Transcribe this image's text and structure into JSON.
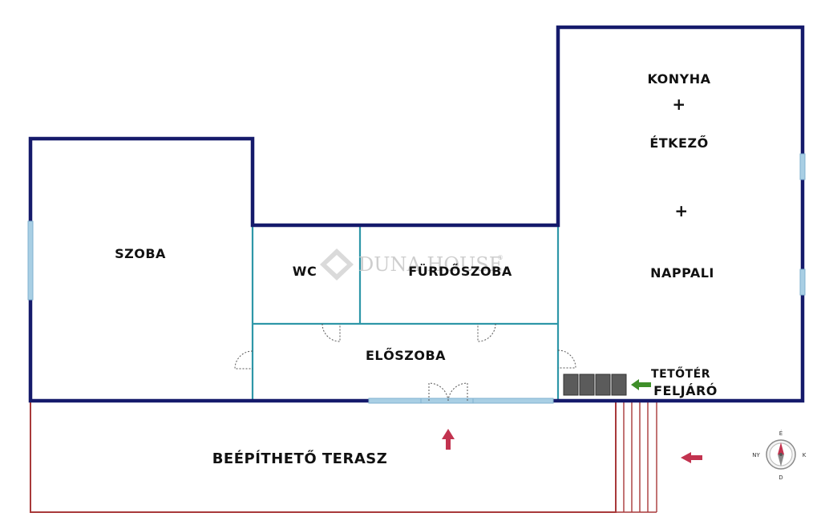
{
  "rooms": {
    "szoba": "SZOBA",
    "wc": "WC",
    "furdoszoba": "FÜRDŐSZOBA",
    "eloszoba": "ELŐSZOBA",
    "konyha": "KONYHA",
    "plus": "+",
    "etkezo": "ÉTKEZŐ",
    "nappali": "NAPPALI",
    "terasz": "BEÉPÍTHETŐ TERASZ"
  },
  "stairs": {
    "line1": "TETŐTÉR",
    "line2": "FELJÁRÓ"
  },
  "watermark": {
    "text": "DUNA HOUSE",
    "mark": "®"
  },
  "compass": {
    "north": "É",
    "south": "D",
    "east": "K",
    "west": "NY"
  },
  "colors": {
    "outer_wall": "#151a6b",
    "inner_wall": "#2e97a8",
    "terrace": "#a8393a",
    "window": "#a9cfe4",
    "arrow_red": "#c2334f",
    "arrow_green": "#3f8f2a"
  }
}
